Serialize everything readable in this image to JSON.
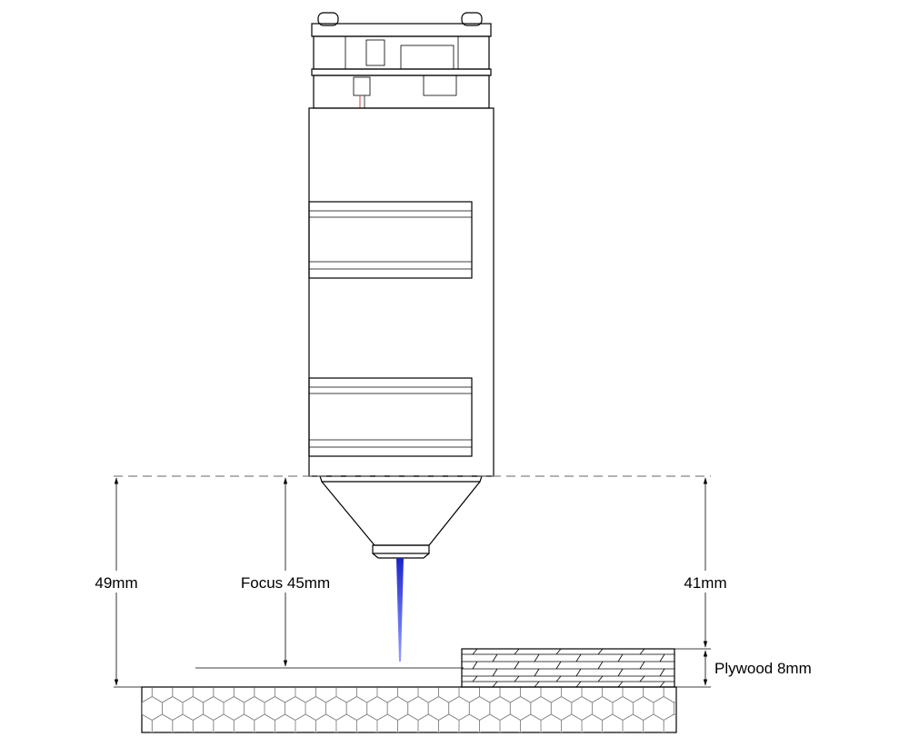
{
  "dimensions": {
    "total_height_label": "49mm",
    "focus_label": "Focus 45mm",
    "clearance_label": "41mm",
    "material_label": "Plywood 8mm"
  },
  "colors": {
    "laser_beam": "#1a22c8",
    "outline": "#000000",
    "guide_dashed": "#666666",
    "honeycomb": "#888888"
  },
  "icons": {
    "module": "laser-module-icon",
    "nozzle": "nozzle-cone-icon",
    "beam": "laser-beam-icon",
    "bed": "honeycomb-bed-icon",
    "plywood": "plywood-board-icon"
  }
}
